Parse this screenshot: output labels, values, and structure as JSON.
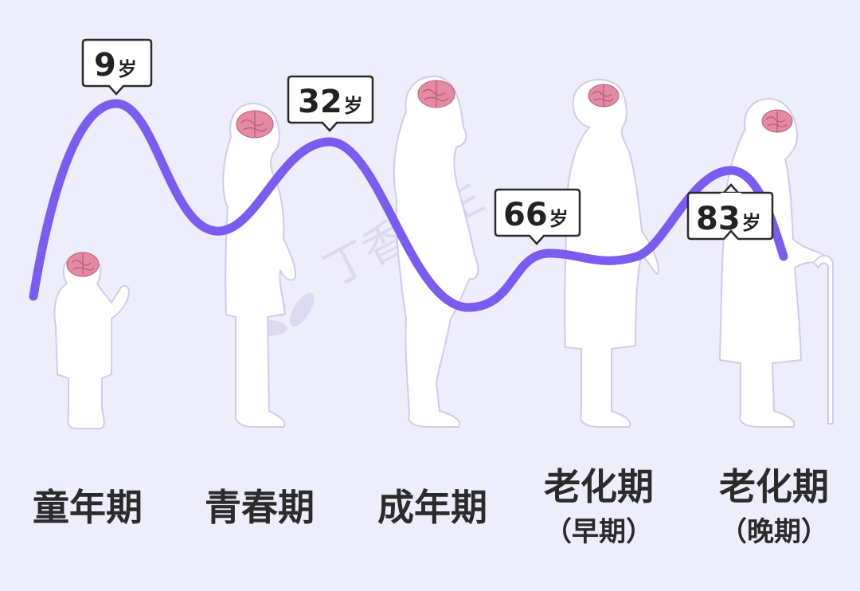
{
  "watermark": "丁香医生",
  "callouts": [
    {
      "num": "9",
      "unit": "岁"
    },
    {
      "num": "32",
      "unit": "岁"
    },
    {
      "num": "66",
      "unit": "岁"
    },
    {
      "num": "83",
      "unit": "岁"
    }
  ],
  "stages": [
    {
      "label": "童年期",
      "sub": ""
    },
    {
      "label": "青春期",
      "sub": ""
    },
    {
      "label": "成年期",
      "sub": ""
    },
    {
      "label": "老化期",
      "sub": "（早期）"
    },
    {
      "label": "老化期",
      "sub": "（晚期）"
    }
  ],
  "colors": {
    "curve": "#7b5cf0",
    "background": "#eeedfb",
    "brain": "#e58aa3"
  }
}
